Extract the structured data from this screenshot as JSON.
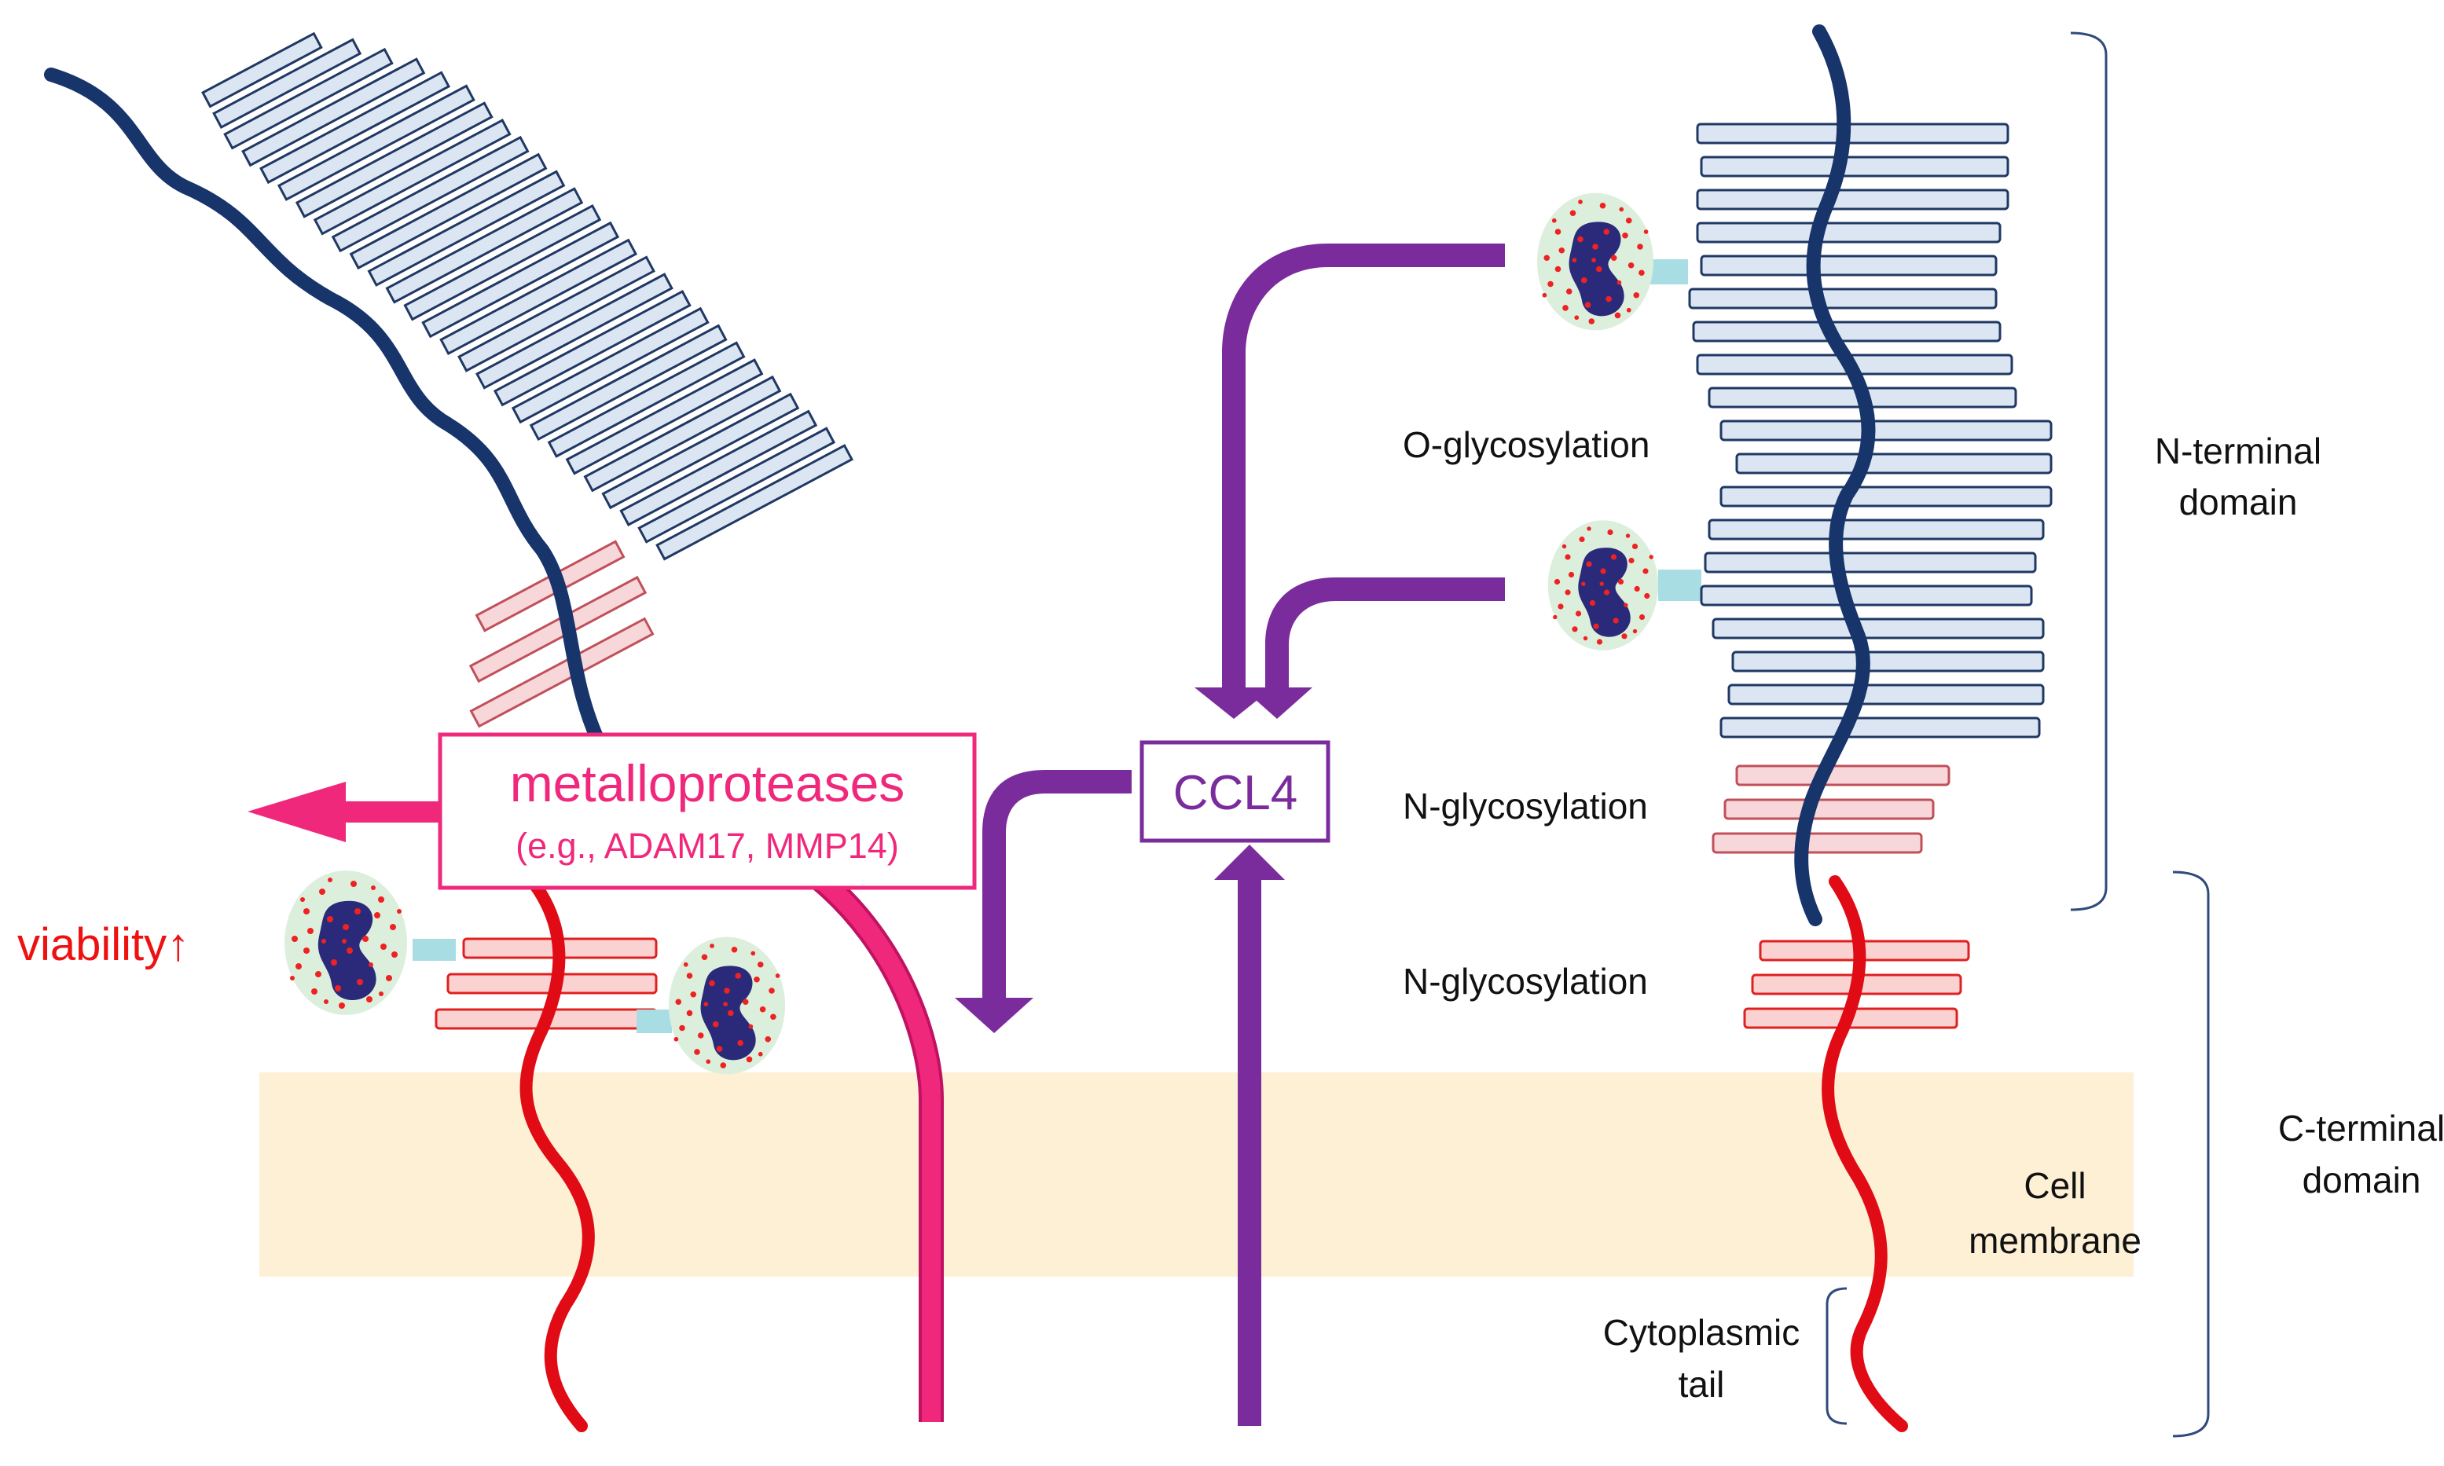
{
  "colors": {
    "backbone_navy": "#17346b",
    "backbone_red": "#e00b14",
    "membrane": "#fdf0d5",
    "metalloprotease_pink": "#f0287c",
    "ccl4_purple": "#7b2c9c",
    "viability_red": "#ee1111",
    "blue_repeat_fill": "#dce6f2",
    "pink_repeat_fill": "#f8d7da",
    "neutrophil_halo": "#dcefdc",
    "neutrophil_nucleus": "#2b2a7a",
    "linker_cyan": "#a8dde4"
  },
  "labels": {
    "metalloproteases_title": "metalloproteases",
    "metalloproteases_examples": "(e.g., ADAM17, MMP14)",
    "viability": "viability↑",
    "ccl4": "CCL4",
    "o_glycosylation": "O-glycosylation",
    "n_glycosylation_upper": "N-glycosylation",
    "n_glycosylation_lower": "N-glycosylation",
    "n_terminal_line1": "N-terminal",
    "n_terminal_line2": "domain",
    "c_terminal_line1": "C-terminal",
    "c_terminal_line2": "domain",
    "cell_membrane_line1": "Cell",
    "cell_membrane_line2": "membrane",
    "cytoplasmic_line1": "Cytoplasmic",
    "cytoplasmic_line2": "tail"
  },
  "icons": [
    "neutrophil-icon",
    "arrow-icon",
    "bracket-icon"
  ]
}
